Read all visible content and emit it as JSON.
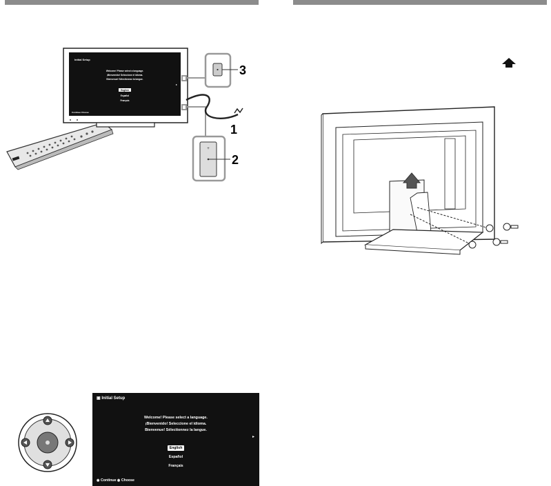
{
  "callouts": {
    "num1": "1",
    "num2": "2",
    "num3": "3"
  },
  "tv_small": {
    "title": "Initial Setup",
    "welcome": [
      "Welcome! Please select a language.",
      "¡Bienvenido! Seleccione el idioma.",
      "Bienvenue! Sélectionnez la langue."
    ],
    "languages": [
      "English",
      "Español",
      "Français"
    ],
    "footer": "Continue   Choose"
  },
  "tv_large": {
    "title": "Initial Setup",
    "welcome": [
      "Welcome! Please select a language.",
      "¡Bienvenido! Seleccione el idioma.",
      "Bienvenue! Sélectionnez la langue."
    ],
    "languages": [
      "English",
      "Español",
      "Français"
    ],
    "footer_continue": "Continue",
    "footer_choose": "Choose"
  },
  "colors": {
    "rule": "#8c8c8c",
    "screen": "#111111",
    "tv_frame": "#ffffff",
    "callout_box": "#a0a0a0"
  },
  "icons": [
    "up-arrow-icon",
    "dpad-icon",
    "power-cord-icon",
    "screw-icon"
  ]
}
